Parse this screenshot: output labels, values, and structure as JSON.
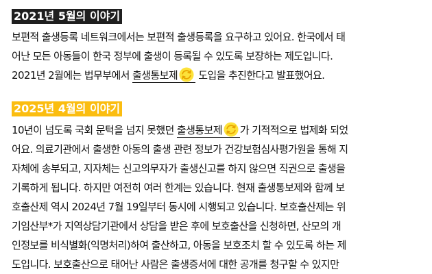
{
  "sections": [
    {
      "heading": "2021년 5월의 이야기",
      "lines": [
        "보편적 출생등록 네트워크에서는 보편적 출생등록을 요구하고 있어요. 한국에서 태",
        "어난 모든 아동들이 한국 정부에 출생이 등록될 수 있도록 보장하는 제도입니다."
      ],
      "last_line": {
        "before": "2021년 2월에는 법무부에서 ",
        "term": "출생통보제",
        "after": " 도입을 추진한다고 발표했어요."
      }
    },
    {
      "heading": "2025년 4월의 이야기",
      "first_line": {
        "before": "10년이 넘도록 국회 문턱을 넘지 못했던 ",
        "term": "출생통보제",
        "after": "가 기적적으로 법제화 되었"
      },
      "lines": [
        "어요. 의료기관에서 출생한 아동의 출생 관련 정보가 건강보험심사평가원을 통해 지",
        "자체에 송부되고, 지자체는 신고의무자가 출생신고를 하지 않으면 직권으로 출생을",
        "기록하게 됩니다. 하지만 여전히 여러 한계는 있습니다. 현재 출생통보제와 함께 보",
        "호출산제 역시 2024년 7월 19일부터 동시에 시행되고 있습니다. 보호출산제는 위",
        "기임산부*가 지역상담기관에서 상담을 받은 후에 보호출산을 신청하면, 산모의 개",
        "인정보를 비식별화(익명처리)하여 출산하고, 아동을 보호조치 할 수 있도록 하는 제",
        "도입니다. 보호출산으로 태어난 사람은 출생증서에 대한 공개를 청구할 수 있지만"
      ]
    }
  ],
  "icon": {
    "name": "swap-arrows-icon",
    "fill": "#fde23a",
    "stroke": "#e8a400"
  }
}
